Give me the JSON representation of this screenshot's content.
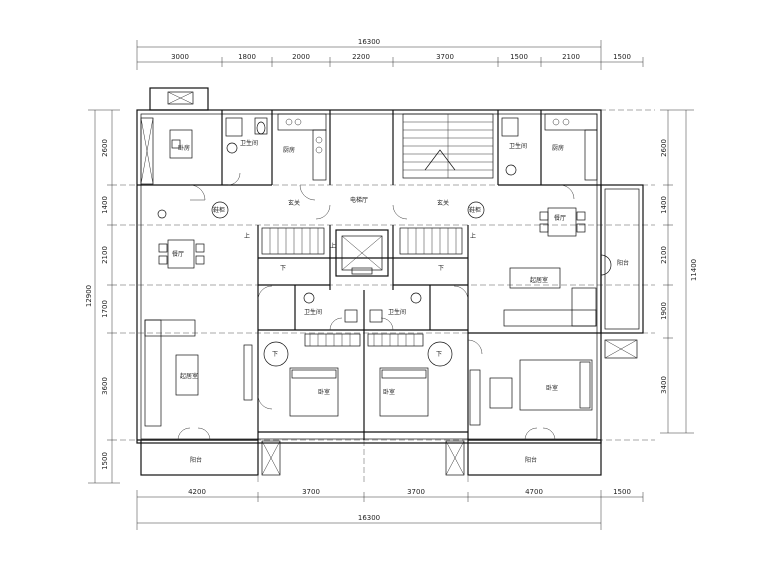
{
  "dimensions": {
    "top_total": "16300",
    "top": [
      "3000",
      "1800",
      "2000",
      "2200",
      "3700",
      "1500",
      "2100",
      "1500"
    ],
    "bottom": [
      "4200",
      "3700",
      "3700",
      "4700",
      "1500"
    ],
    "bottom_total": "16300",
    "left": [
      "2600",
      "1400",
      "2100",
      "1700",
      "3600",
      "1500"
    ],
    "left_total": "12900",
    "right": [
      "2600",
      "1400",
      "2100",
      "1900",
      "3400"
    ],
    "right_total": "11400"
  },
  "rooms": {
    "bedroom_nw": "卧房",
    "bath_nw": "卫生间",
    "kitchen_nw": "厨房",
    "elevator_hall": "电梯厅",
    "bath_ne": "卫生间",
    "kitchen_ne": "厨房",
    "foyer_w": "玄关",
    "foyer_e": "玄关",
    "shoe_w": "鞋柜",
    "shoe_e": "鞋柜",
    "dining_w": "餐厅",
    "dining_e": "餐厅",
    "living_w": "起居室",
    "living_e": "起居室",
    "bath_cw": "卫生间",
    "bath_ce": "卫生间",
    "bed_c1": "卧室",
    "bed_c2": "卧室",
    "bed_e": "卧室",
    "balcony_w": "阳台",
    "balcony_e": "阳台",
    "balcony_side": "阳台",
    "up_1": "上",
    "up_2": "上",
    "up_3": "上",
    "down_1": "下",
    "down_2": "下",
    "down_3": "下",
    "down_4": "下"
  }
}
